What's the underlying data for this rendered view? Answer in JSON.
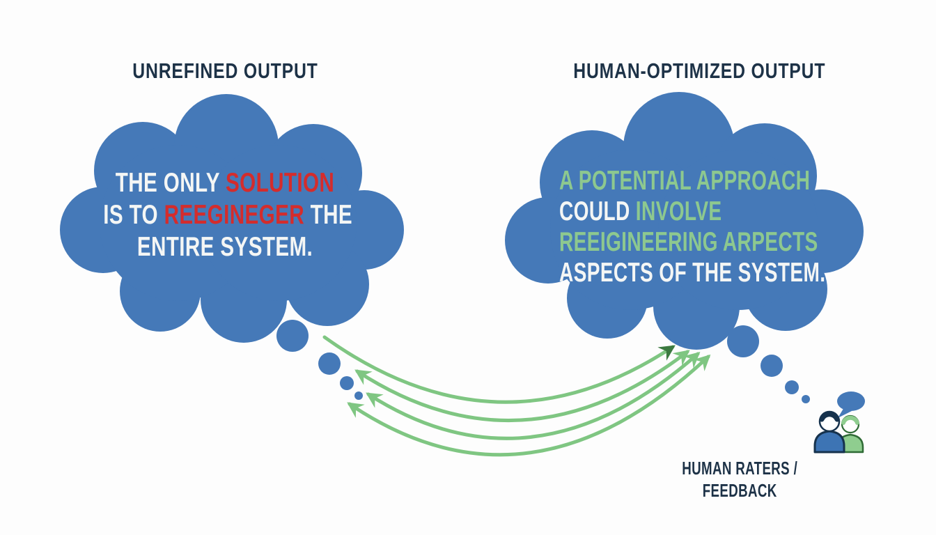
{
  "titles": {
    "left": "UNREFINED OUTPUT",
    "right": "HUMAN-OPTIMIZED OUTPUT"
  },
  "left_cloud": {
    "lines": [
      {
        "segments": [
          {
            "text": "THE ONLY ",
            "color": "white"
          },
          {
            "text": "SOLUTION",
            "color": "red"
          }
        ]
      },
      {
        "segments": [
          {
            "text": "IS TO ",
            "color": "white"
          },
          {
            "text": "REEGINEGER",
            "color": "red"
          },
          {
            "text": " THE",
            "color": "white"
          }
        ]
      },
      {
        "segments": [
          {
            "text": "ENTIRE SYSTEM.",
            "color": "white"
          }
        ]
      }
    ]
  },
  "right_cloud": {
    "lines": [
      {
        "segments": [
          {
            "text": "A POTENTIAL APPROACH",
            "color": "green"
          }
        ]
      },
      {
        "segments": [
          {
            "text": "COULD ",
            "color": "white"
          },
          {
            "text": "INVOLVE",
            "color": "green"
          }
        ]
      },
      {
        "segments": [
          {
            "text": "REEIGINEERING ARPECTS",
            "color": "green"
          }
        ]
      },
      {
        "segments": [
          {
            "text": "ASPECTS OF THE SYSTEM.",
            "color": "white"
          }
        ]
      }
    ]
  },
  "caption": {
    "line1": "HUMAN RATERS /",
    "line2": "FEEDBACK"
  },
  "icons": {
    "left_cloud": "thought-cloud-icon",
    "right_cloud": "thought-cloud-icon",
    "arrows": "feedback-arrows-icon",
    "people": "human-raters-people-icon",
    "speech_bubble": "speech-bubble-icon"
  },
  "colors": {
    "background": "#fdfdfd",
    "cloud_blue": "#4579b8",
    "heading_navy": "#1d3247",
    "text_white": "#f4f6f5",
    "text_red": "#d42c2c",
    "text_green": "#8dc88f",
    "arrow_green": "#7fc682",
    "arrow_green_dark": "#3c7a40",
    "person_blue": "#3d74b4",
    "person_blue_outline": "#16324d",
    "person_green": "#8fcd8f",
    "person_green_outline": "#2f6b35"
  }
}
